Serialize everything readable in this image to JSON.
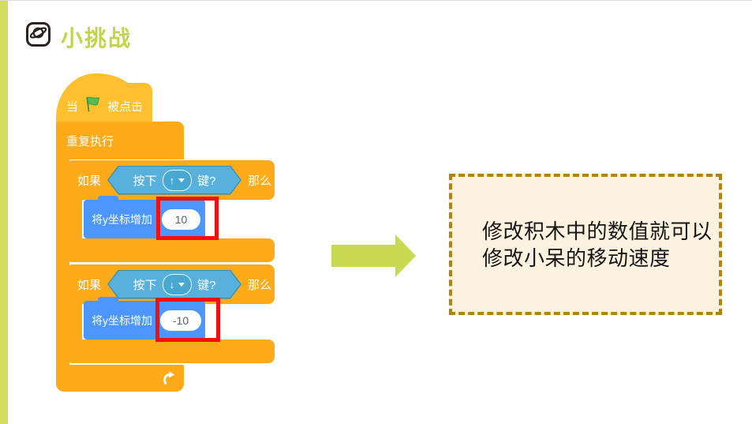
{
  "header": {
    "title": "小挑战"
  },
  "blocks": {
    "hat_prefix": "当",
    "hat_suffix": "被点击",
    "forever_label": "重复执行",
    "if_label": "如果",
    "then_label": "那么",
    "pressed_prefix": "按下",
    "key_suffix": "键?",
    "key_up": "↑",
    "key_down": "↓",
    "change_y_label": "将y坐标增加",
    "value_up": "10",
    "value_down": "-10"
  },
  "callout": {
    "line1": "修改积木中的数值就可以",
    "line2": "修改小呆的移动速度"
  },
  "colors": {
    "accent_green": "#d3de5f",
    "title_green": "#c2d44b",
    "events_yellow": "#fec02e",
    "control_orange": "#ffab19",
    "motion_blue": "#4c97ff",
    "sensing_blue": "#57b1dc",
    "highlight_red": "#f01010",
    "arrow_green": "#c9da52",
    "callout_bg": "#fcf2df",
    "callout_border": "#b2830e"
  }
}
